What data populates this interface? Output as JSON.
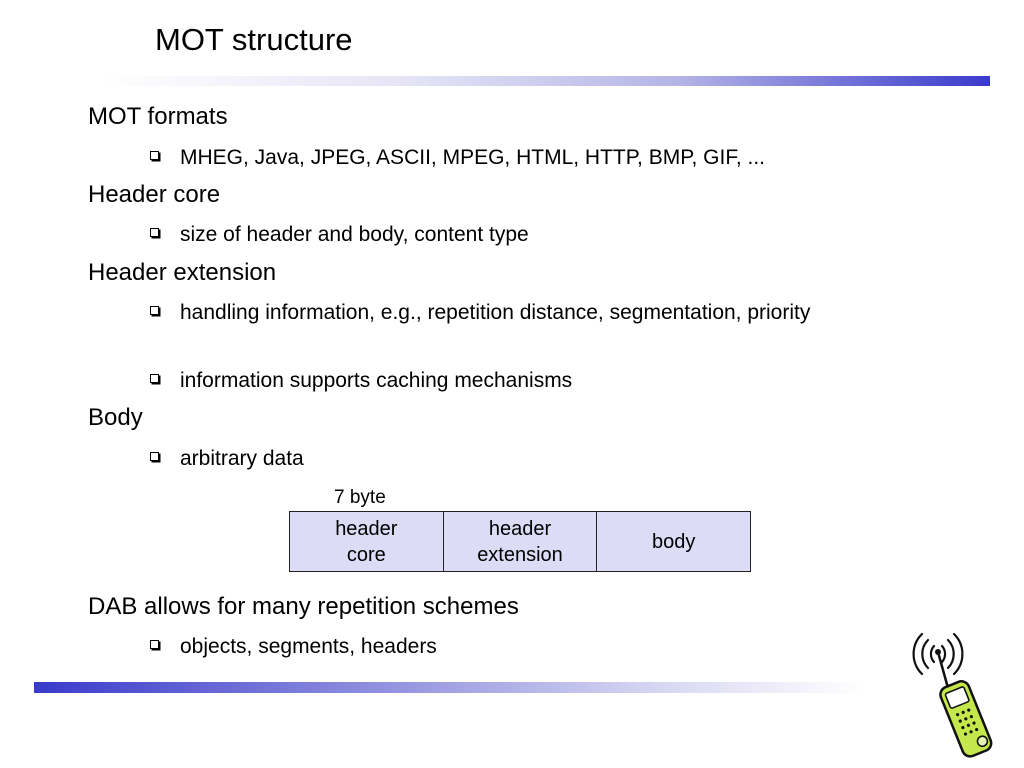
{
  "slide": {
    "title": "MOT structure",
    "items": [
      {
        "heading": "MOT formats",
        "bullets": [
          "MHEG, Java, JPEG, ASCII, MPEG, HTML, HTTP, BMP, GIF, ..."
        ]
      },
      {
        "heading": "Header core",
        "bullets": [
          "size of header and body, content type"
        ]
      },
      {
        "heading": "Header extension",
        "bullets": [
          "handling information, e.g., repetition distance, segmentation, priority",
          "information supports caching mechanisms"
        ]
      },
      {
        "heading": "Body",
        "bullets": [
          "arbitrary data"
        ]
      },
      {
        "heading": "DAB allows for many repetition schemes",
        "bullets": [
          "objects, segments, headers"
        ]
      }
    ],
    "diagram": {
      "label": "7 byte",
      "cells": [
        "header\ncore",
        "header\nextension",
        "body"
      ],
      "fill_color": "#dcdcf6"
    },
    "accent_color": "#3a3acc",
    "clipart": "mobile-phone-icon"
  }
}
